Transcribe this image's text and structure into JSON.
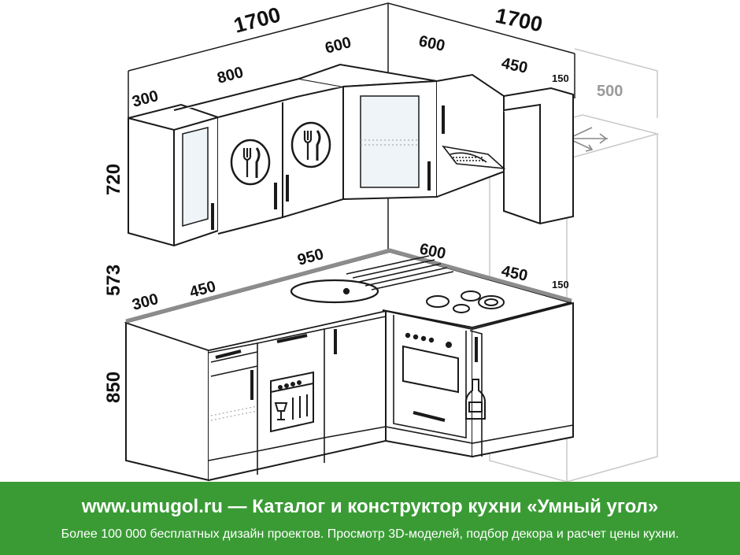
{
  "colors": {
    "banner_green": "#3a9b35",
    "line": "#1a1a1a",
    "fridge_ghost": "#c9c9c9",
    "countertop_edge": "#8c8c8c"
  },
  "dimensions": {
    "top_left_width": "1700",
    "top_right_width": "1700",
    "upper_300": "300",
    "upper_800": "800",
    "upper_600_left": "600",
    "upper_600_right": "600",
    "upper_450": "450",
    "upper_150": "150",
    "fridge_500": "500",
    "height_720": "720",
    "height_573": "573",
    "height_850": "850",
    "counter_300": "300",
    "counter_450": "450",
    "counter_950": "950",
    "counter_600": "600",
    "counter_450_right": "450",
    "counter_150": "150"
  },
  "icons": [
    "fork-knife-icon",
    "snowflake-icon",
    "dishwasher-icon",
    "oven-icon",
    "cooktop-icon",
    "sink-icon",
    "bottle-icon"
  ],
  "banner": {
    "site": "www.umugol.ru",
    "dash": " — ",
    "title": "Каталог и конструктор кухни «Умный угол»",
    "subtitle": "Более 100 000 бесплатных дизайн проектов. Просмотр 3D-моделей, подбор декора и расчет цены кухни."
  }
}
